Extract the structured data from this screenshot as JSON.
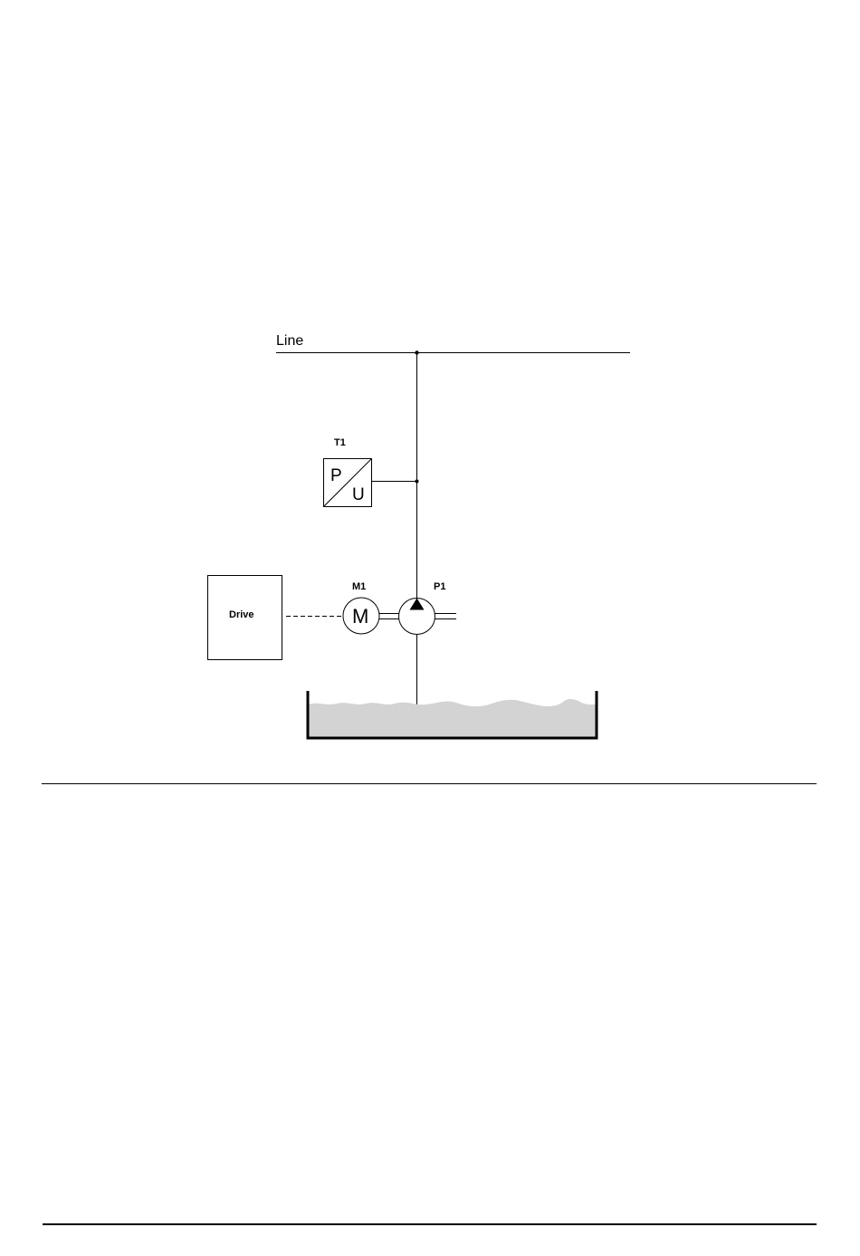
{
  "diagram": {
    "line_label": "Line",
    "transmitter": {
      "tag": "T1",
      "input_symbol": "P",
      "output_symbol": "U"
    },
    "motor": {
      "tag": "M1",
      "symbol": "M"
    },
    "pump": {
      "tag": "P1"
    },
    "drive": {
      "label": "Drive"
    },
    "tank": {
      "liquid_color": "#d3d3d3"
    }
  }
}
